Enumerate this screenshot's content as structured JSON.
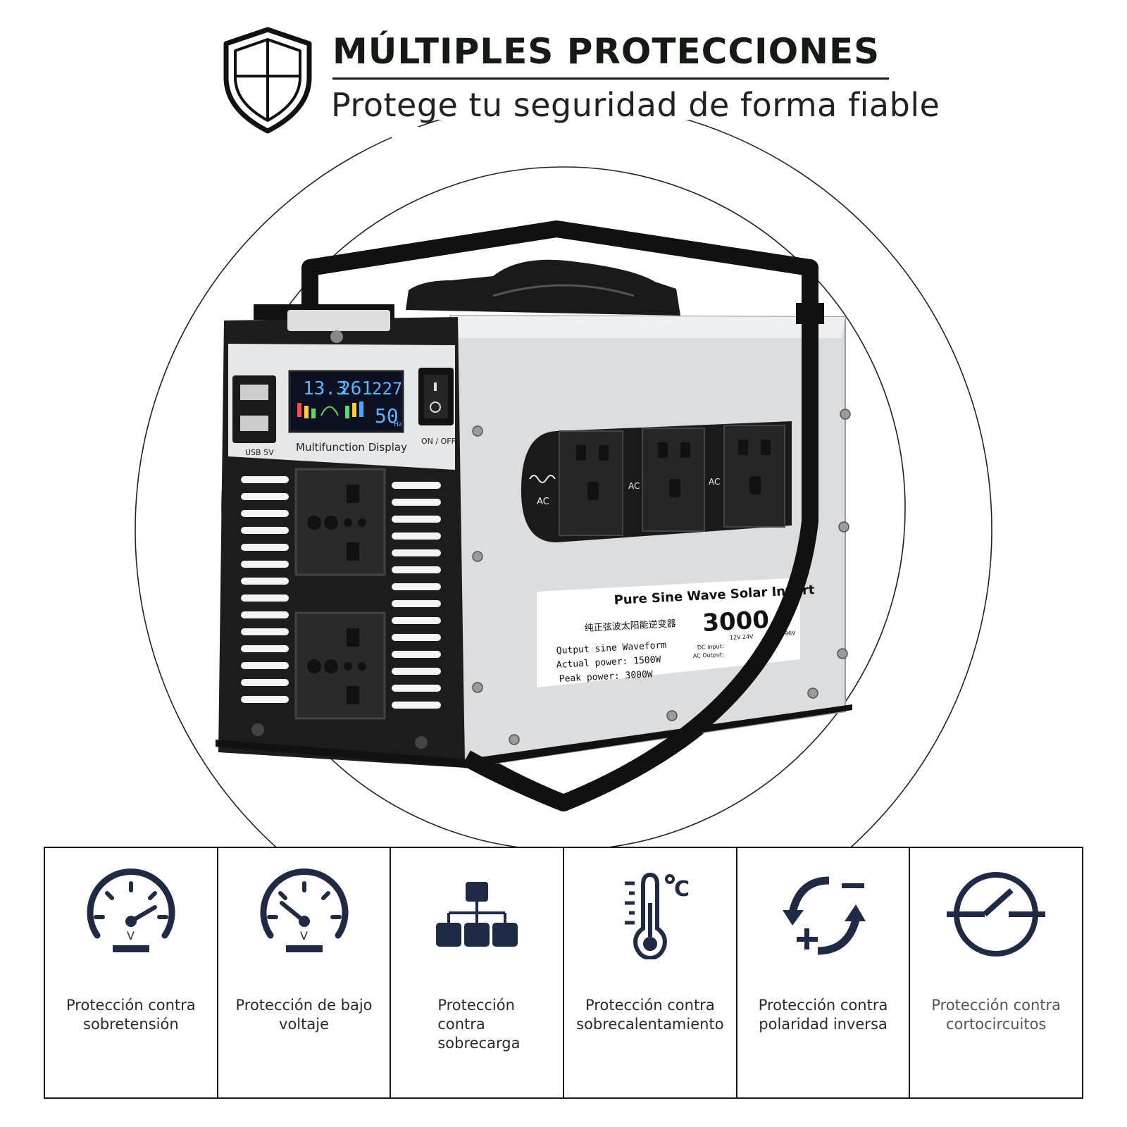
{
  "header": {
    "title": "MÚLTIPLES PROTECCIONES",
    "subtitle": "Protege tu seguridad de forma fiable"
  },
  "product": {
    "usb_label": "USB 5V",
    "display_label": "Multifunction Display",
    "switch_label": "ON / OFF",
    "lcd_voltage": "13.3",
    "lcd_power": "261",
    "lcd_ac_voltage": "227",
    "lcd_frequency": "50",
    "lcd_hz": "Hz",
    "ac_label": "AC",
    "sticker_title": "Pure Sine Wave Solar Invert",
    "sticker_chinese": "纯正弦波太阳能逆变器",
    "sticker_model": "3000",
    "sticker_line1": "Qutput sine Waveform",
    "sticker_line2": "Actual power: 1500W",
    "sticker_line3": "Peak  power: 3000W",
    "sticker_dc_input": "DC Input:",
    "sticker_ac_output": "AC Output:",
    "sticker_v12": "12V",
    "sticker_v24": "24V",
    "sticker_v96": "96V"
  },
  "features": [
    {
      "label": "Protección contra sobretensión",
      "icon": "overvoltage-gauge-icon"
    },
    {
      "label": "Protección de bajo voltaje",
      "icon": "undervoltage-gauge-icon"
    },
    {
      "label": "Protección contra sobrecarga",
      "icon": "overload-network-icon"
    },
    {
      "label": "Protección contra sobrecalentamiento",
      "icon": "thermometer-icon"
    },
    {
      "label": "Protección contra polaridad inversa",
      "icon": "reverse-polarity-icon"
    },
    {
      "label": "Protección contra cortocircuitos",
      "icon": "short-circuit-icon"
    }
  ],
  "colors": {
    "icon_navy": "#1f2a44",
    "text": "#2a2a2a",
    "case_black": "#1c1c1c",
    "case_silver": "#d9dadc"
  }
}
